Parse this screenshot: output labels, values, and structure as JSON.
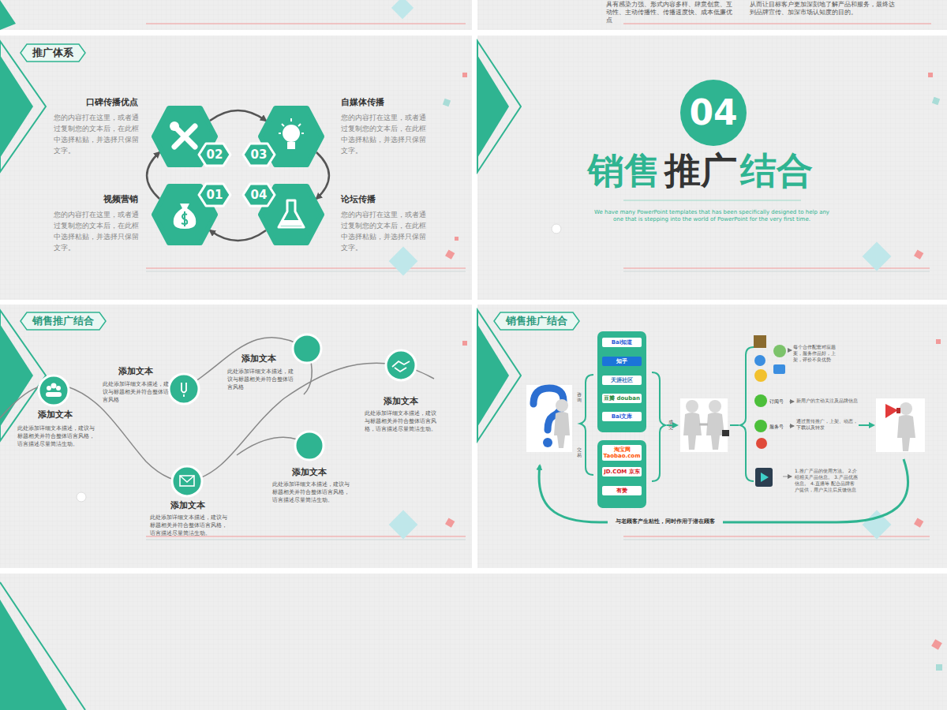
{
  "diagram": {
    "nodes": [
      {
        "text": [
          "推广体系"
        ]
      },
      {
        "text": [
          "02"
        ]
      },
      {
        "text": [
          "03"
        ]
      },
      {
        "text": [
          "01"
        ]
      },
      {
        "text": [
          "04"
        ]
      },
      {
        "text": [
          "04"
        ]
      },
      {
        "text": [
          "销售推广结合"
        ]
      },
      {
        "text": [
          "销售推广结合"
        ]
      },
      {
        "text": [
          "Bai知道"
        ]
      },
      {
        "text": [
          "知乎"
        ]
      },
      {
        "text": [
          "天涯社区"
        ]
      },
      {
        "text": [
          "豆瓣 douban"
        ]
      },
      {
        "text": [
          "Bai文库"
        ]
      },
      {
        "text": [
          "淘宝网 Taobao.com"
        ]
      },
      {
        "text": [
          "JD.COM 京东"
        ]
      },
      {
        "text": [
          "有赞"
        ]
      }
    ],
    "edges": [
      {
        "from": 3,
        "to": 1,
        "arrow": "to"
      },
      {
        "from": 1,
        "to": 2,
        "arrow": "to"
      },
      {
        "from": 2,
        "to": 4,
        "arrow": "to"
      },
      {
        "from": 4,
        "to": 3,
        "arrow": "to"
      }
    ],
    "labels": [
      "具有感染力强、形式内容多样、肆意创意、互动性、主动传播性、传播速度快、成本低廉优点",
      "从而让目标客户更加深刻地了解产品和服务，最终达到品牌宣传、加深市场认知度的目的。",
      "口碑传播优点",
      "您的内容打在这里，或者通过复制您的文本后，在此框中选择粘贴，并选择只保留文字。",
      "自媒体传播",
      "您的内容打在这里，或者通过复制您的文本后，在此框中选择粘贴，并选择只保留文字。",
      "视频营销",
      "您的内容打在这里，或者通过复制您的文本后，在此框中选择粘贴，并选择只保留文字。",
      "论坛传播",
      "您的内容打在这里，或者通过复制您的文本后，在此框中选择粘贴，并选择只保留文字。",
      "销售",
      "推广",
      "结合",
      "We have many PowerPoint templates that has been specifically designed to help anyone that is stepping into the world of PowerPoint for the very first time.",
      "添加文本",
      "此处添加详细文本描述，建议与标题相关并符合整体语言风格，语言描述尽量简洁生动。",
      "添加文本",
      "此处添加详细文本描述，建议与标题相关并符合整体语言风格",
      "添加文本",
      "此处添加详细文本描述，建议与标题相关并符合整体语言风格",
      "添加文本",
      "此处添加详细文本描述，建议与标题相关并符合整体语言风格，语言描述尽量简洁生动。",
      "添加文本",
      "此处添加详细文本描述，建议与标题相关并符合整体语言风格，语言描述尽量简洁生动。",
      "添加文本",
      "此处添加详细文本描述，建议与标题相关并符合整体语言风格，语言描述尽量简洁生动。",
      "咨询",
      "交易",
      "成交",
      "每个合作配套对应题案，服务作品好，上架，评价不良优势",
      "订阅号",
      "新用户的主动关注及品牌信息",
      "服务号",
      "通过宣传推广，上架、动态，下载以及转发",
      "1.推广产品的使用方法。 2.介绍相关产品信息。 3.产品优惠信息。 4.直播等 配合品牌客户提供，用户关注后反馈信息",
      "与老顾客产生粘性，同时作用于潜在顾客"
    ]
  }
}
